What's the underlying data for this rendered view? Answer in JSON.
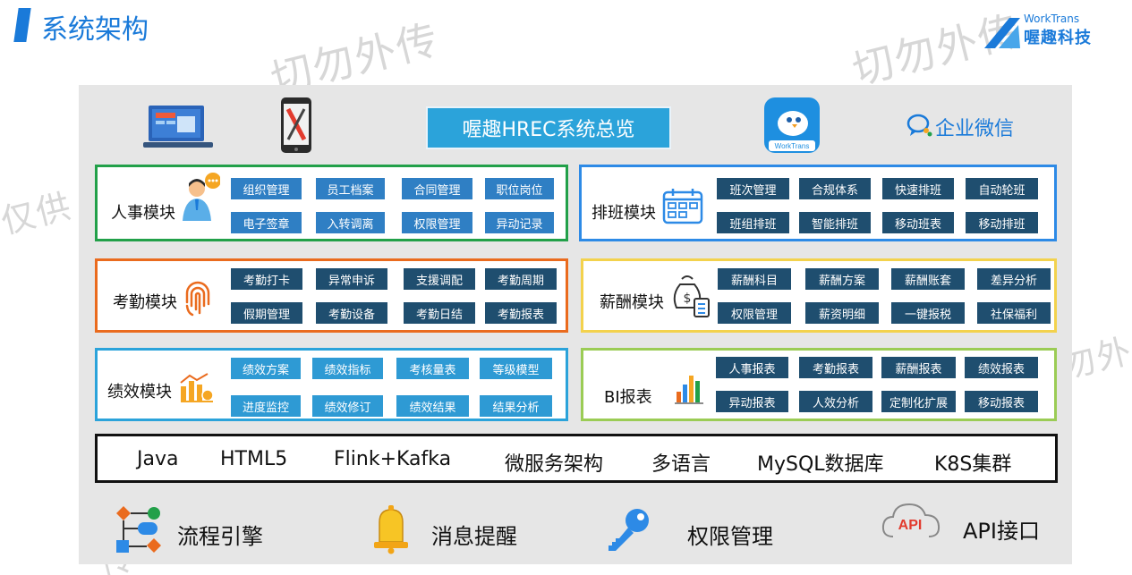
{
  "page": {
    "title": "系统架构"
  },
  "watermark": "仅供内部切勿外传",
  "logo": {
    "en": "WorkTrans",
    "cn": "喔趣科技"
  },
  "header_row": {
    "overview": "喔趣HREC系统总览",
    "app_label": "WorkTrans",
    "wechat": "企业微信"
  },
  "modules": {
    "hr": {
      "name": "人事模块",
      "items": [
        "组织管理",
        "员工档案",
        "合同管理",
        "职位岗位",
        "电子签章",
        "入转调离",
        "权限管理",
        "异动记录"
      ]
    },
    "schedule": {
      "name": "排班模块",
      "items": [
        "班次管理",
        "合规体系",
        "快速排班",
        "自动轮班",
        "班组排班",
        "智能排班",
        "移动班表",
        "移动排班"
      ]
    },
    "attendance": {
      "name": "考勤模块",
      "items": [
        "考勤打卡",
        "异常申诉",
        "支援调配",
        "考勤周期",
        "假期管理",
        "考勤设备",
        "考勤日结",
        "考勤报表"
      ]
    },
    "payroll": {
      "name": "薪酬模块",
      "items": [
        "薪酬科目",
        "薪酬方案",
        "薪酬账套",
        "差异分析",
        "权限管理",
        "薪资明细",
        "一键报税",
        "社保福利"
      ]
    },
    "performance": {
      "name": "绩效模块",
      "items": [
        "绩效方案",
        "绩效指标",
        "考核量表",
        "等级模型",
        "进度监控",
        "绩效修订",
        "绩效结果",
        "结果分析"
      ]
    },
    "bi": {
      "name": "BI报表",
      "items": [
        "人事报表",
        "考勤报表",
        "薪酬报表",
        "绩效报表",
        "异动报表",
        "人效分析",
        "定制化扩展",
        "移动报表"
      ]
    }
  },
  "tech_stack": [
    "Java",
    "HTML5",
    "Flink+Kafka",
    "微服务架构",
    "多语言",
    "MySQL数据库",
    "K8S集群"
  ],
  "features": [
    {
      "label": "流程引擎",
      "icon": "flowchart-icon"
    },
    {
      "label": "消息提醒",
      "icon": "bell-icon"
    },
    {
      "label": "权限管理",
      "icon": "key-icon"
    },
    {
      "label": "API接口",
      "icon": "api-cloud-icon",
      "badge": "API"
    }
  ],
  "colors": {
    "brand_blue": "#1a7ad9",
    "hr_border": "#22a049",
    "schedule_border": "#2d8ae6",
    "attendance_border": "#ea6b1e",
    "payroll_border": "#f3d24d",
    "performance_border": "#2ba3da",
    "bi_border": "#9bcc55"
  }
}
